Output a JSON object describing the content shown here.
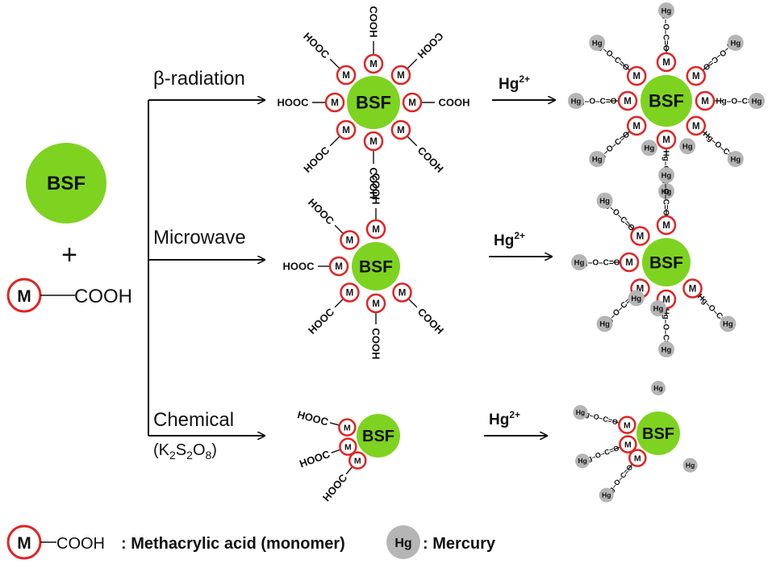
{
  "colors": {
    "bsf_fill": "#7ed321",
    "monomer_ring": "#e02424",
    "mercury_fill": "#b5b5b5",
    "line": "#111111"
  },
  "reactants": {
    "core_label": "BSF",
    "plus": "+",
    "monomer_label": "M",
    "monomer_group": "COOH"
  },
  "routes": [
    {
      "label": "β-radiation",
      "sublabel": ""
    },
    {
      "label": "Microwave",
      "sublabel": ""
    },
    {
      "label": "Chemical",
      "sublabel_parts": [
        "(K",
        "2",
        "S",
        "2",
        "O",
        "8",
        ")"
      ]
    }
  ],
  "reagent": {
    "base": "Hg",
    "charge": "2+"
  },
  "products": {
    "core_label": "BSF",
    "monomer_label": "M",
    "acid_group": "COOH",
    "acid_group_reversed": "HOOC",
    "mercury_label": "Hg",
    "ester_chain": "Hg–O–C=O"
  },
  "legend": {
    "monomer_symbol": "M",
    "monomer_group": "COOH",
    "monomer_desc": ": Methacrylic acid (monomer)",
    "mercury_symbol": "Hg",
    "mercury_desc": ": Mercury"
  }
}
